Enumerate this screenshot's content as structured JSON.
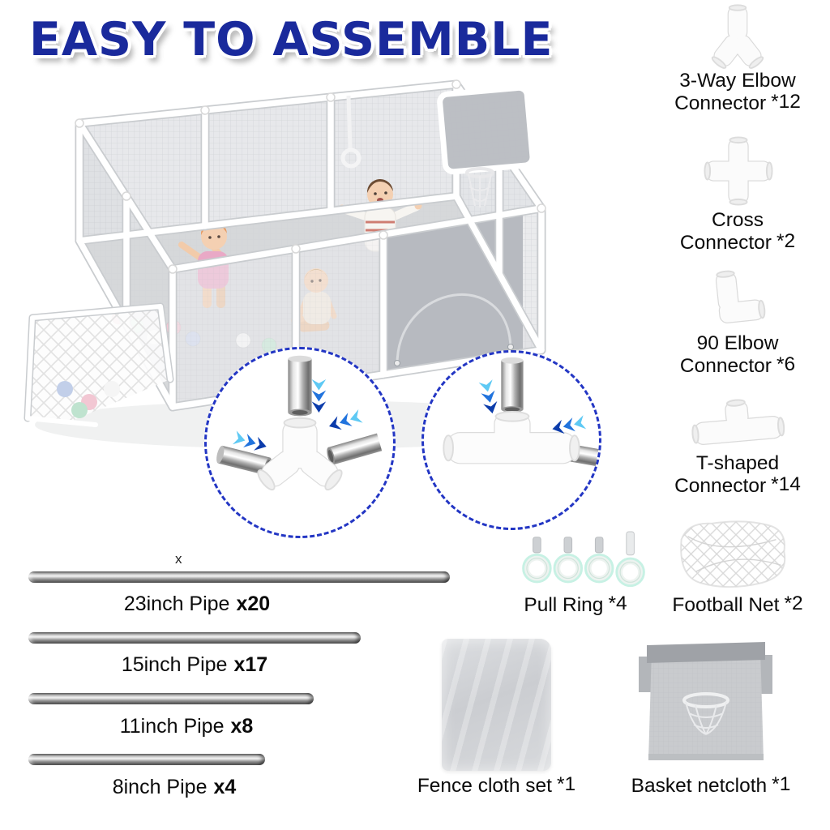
{
  "title": "EASY TO ASSEMBLE",
  "colors": {
    "title_blue": "#1a2a9c",
    "arrow_blue": "#2173dd",
    "frame_white": "#ffffff",
    "mesh_gray": "#d9dbde"
  },
  "parts": [
    {
      "label": "3-Way Elbow Connector",
      "qty": "*12",
      "icon": "three-way-elbow-connector-icon"
    },
    {
      "label": "Cross Connector",
      "qty": "*2",
      "icon": "cross-connector-icon"
    },
    {
      "label": "90 Elbow Connector",
      "qty": "*6",
      "icon": "90-elbow-connector-icon"
    },
    {
      "label": "T-shaped Connector",
      "qty": "*14",
      "icon": "t-shaped-connector-icon"
    },
    {
      "label": "Football Net",
      "qty": "*2",
      "icon": "football-net-icon"
    }
  ],
  "pipes": [
    {
      "label": "23inch Pipe",
      "qty": "x20"
    },
    {
      "label": "15inch Pipe",
      "qty": "x17"
    },
    {
      "label": "11inch Pipe",
      "qty": "x8"
    },
    {
      "label": "8inch Pipe",
      "qty": "x4"
    }
  ],
  "accessories": [
    {
      "label": "Pull Ring",
      "qty": "*4",
      "icon": "pull-ring-icon"
    },
    {
      "label": "Fence cloth set",
      "qty": "*1",
      "icon": "fence-cloth-icon"
    },
    {
      "label": "Basket netcloth",
      "qty": "*1",
      "icon": "basket-netcloth-icon"
    }
  ],
  "stray_mark": "x"
}
